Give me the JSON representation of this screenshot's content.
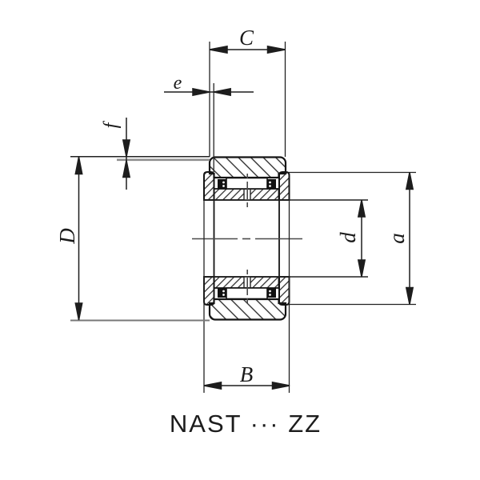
{
  "title": "NAST ··· ZZ",
  "dimensions": {
    "C": {
      "label": "C"
    },
    "e": {
      "label": "e"
    },
    "f": {
      "label": "f"
    },
    "D": {
      "label": "D"
    },
    "B": {
      "label": "B"
    },
    "d": {
      "label": "d"
    },
    "a": {
      "label": "a"
    }
  },
  "colors": {
    "line": "#1a1a1a",
    "gray_line": "#8e8e8e",
    "background": "#ffffff"
  }
}
